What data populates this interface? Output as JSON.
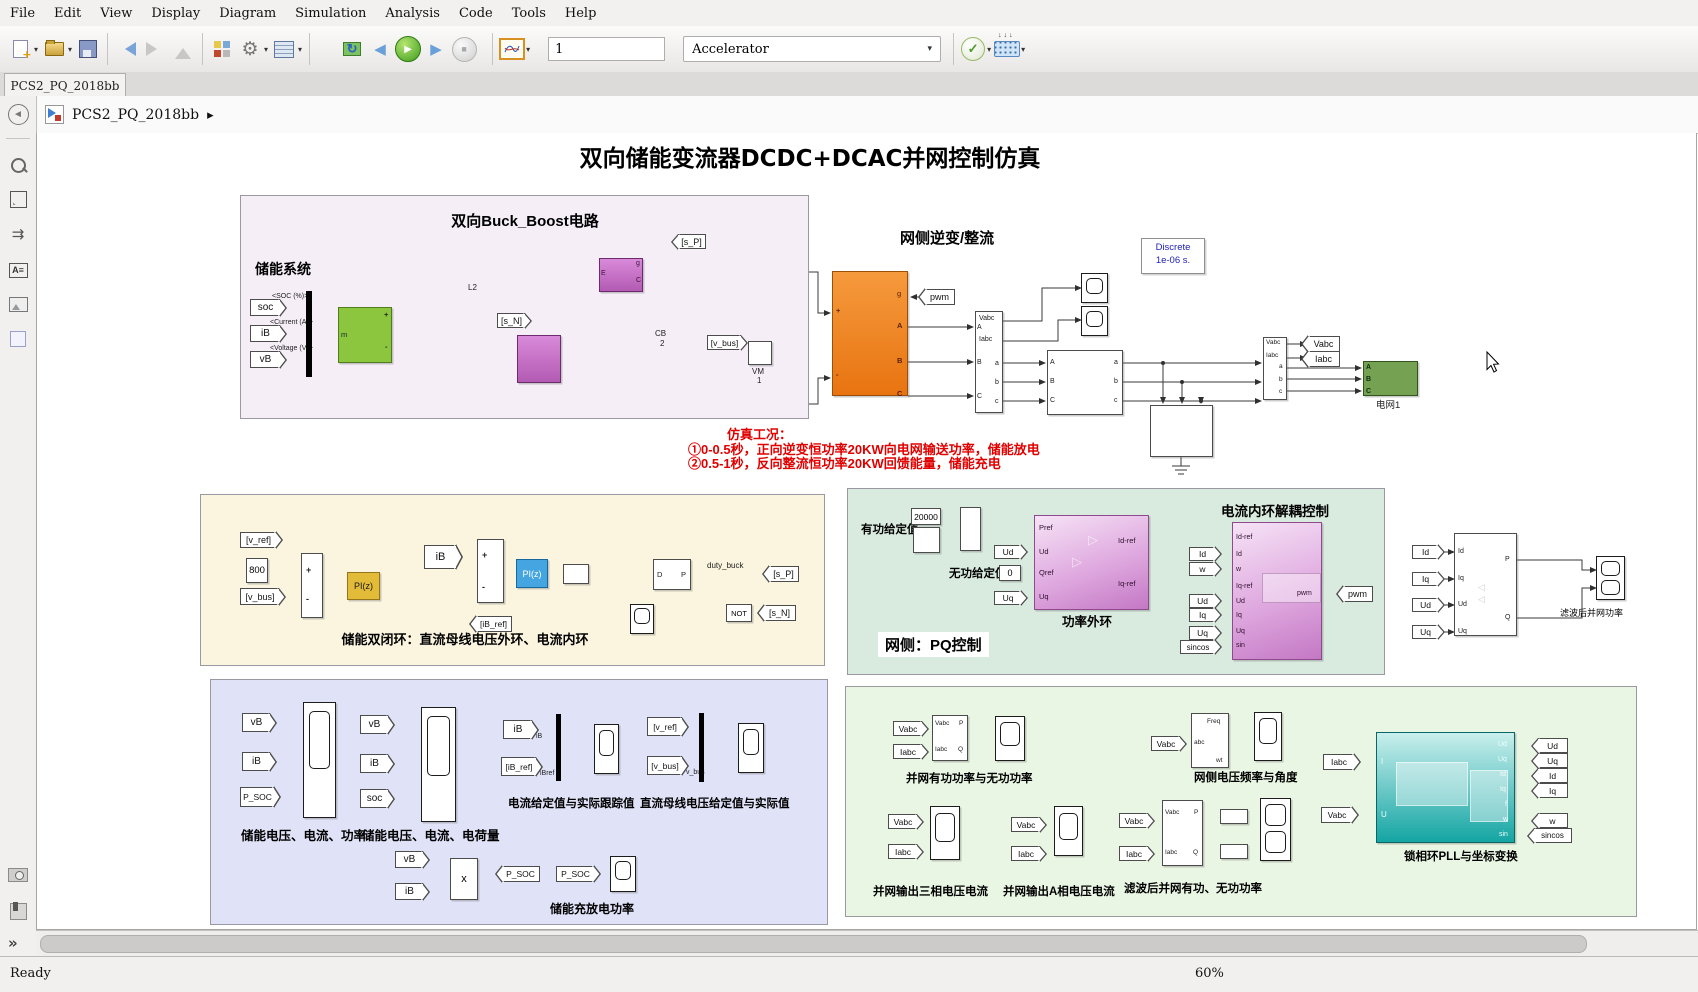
{
  "menu": {
    "items": [
      "File",
      "Edit",
      "View",
      "Display",
      "Diagram",
      "Simulation",
      "Analysis",
      "Code",
      "Tools",
      "Help"
    ]
  },
  "window": {
    "tab": "PCS2_PQ_2018bb",
    "model": "PCS2_PQ_2018bb",
    "sim_time": "1",
    "sim_mode": "Accelerator",
    "status": "Ready",
    "zoom": "60%",
    "expand": "»"
  },
  "diagram": {
    "title": "双向储能变流器DCDC+DCAC并网控制仿真",
    "ports": {
      "A": "A",
      "B": "B",
      "C": "C",
      "a": "a",
      "b": "b",
      "c": "c",
      "g": "g",
      "plus": "+",
      "minus": "-",
      "E": "E",
      "m": "m",
      "P": "P",
      "Q": "Q",
      "D": "D",
      "I": "I",
      "U": "U",
      "f": "f",
      "vabc": "Vabc",
      "iabc": "Iabc"
    },
    "tags": {
      "soc": "soc",
      "ib": "iB",
      "vb": "vB",
      "sp": "[s_P]",
      "sn": "[s_N]",
      "vbus": "[v_bus]",
      "vref": "[v_ref]",
      "ibref": "[iB_ref]",
      "pwm": "pwm",
      "vabc": "Vabc",
      "iabc": "Iabc",
      "psoc": "P_SOC",
      "ud": "Ud",
      "uq": "Uq",
      "id": "Id",
      "iq": "Iq",
      "w": "w",
      "sincos": "sincos"
    },
    "buck": {
      "title": "双向Buck_Boost电路",
      "sys": "储能系统",
      "sig_soc": "<SOC (%)>",
      "sig_cur": "<Current (A)>",
      "sig_volt": "<Voltage (V)>",
      "l2": "L2",
      "cb": "CB",
      "cb_n": "2",
      "vm": "VM",
      "vm_n": "1"
    },
    "inv": {
      "title": "网侧逆变/整流",
      "pg1": "Discrete",
      "pg2": "1e-06 s.",
      "grid": "电网1"
    },
    "ann": {
      "l1": "仿真工况：",
      "l2": "①0-0.5秒，正向逆变恒功率20KW向电网输送功率，储能放电",
      "l3": "②0.5-1秒，反向整流恒功率20KW回馈能量，储能充电"
    },
    "ctrl": {
      "caption": "储能双闭环：直流母线电压外环、电流内环",
      "v800": "800",
      "pi": "PI(z)",
      "duty": "duty_buck",
      "not": "NOT"
    },
    "pq": {
      "label": "网侧：PQ控制",
      "inner": "电流内环解耦控制",
      "outer": "功率外环",
      "p_lbl": "有功给定值",
      "p_val": "20000",
      "q_lbl": "无功给定值",
      "q_val": "0",
      "pref": "Pref",
      "qref": "Qref",
      "idref": "Id-ref",
      "iqref": "Iq-ref",
      "sin": "sin",
      "pwm": "pwm"
    },
    "calc": {
      "caption": "滤波后并网功率"
    },
    "sb": {
      "c1": "储能电压、电流、功率",
      "c2": "储能电压、电流、电荷量",
      "c3": "电流给定值与实际跟踪值",
      "c4": "直流母线电压给定值与实际值",
      "c5": "储能充放电功率",
      "ib": "iB",
      "ibref": "iBref",
      "vbus": "v_bus",
      "mult": "x"
    },
    "gb": {
      "c1": "并网有功功率与无功功率",
      "c2": "网侧电压频率与角度",
      "c3": "并网输出三相电压电流",
      "c4": "并网输出A相电压电流",
      "c5": "滤波后并网有功、无功功率",
      "c6": "锁相环PLL与坐标变换",
      "abc": "abc",
      "freq": "Freq",
      "wt": "wt"
    }
  }
}
